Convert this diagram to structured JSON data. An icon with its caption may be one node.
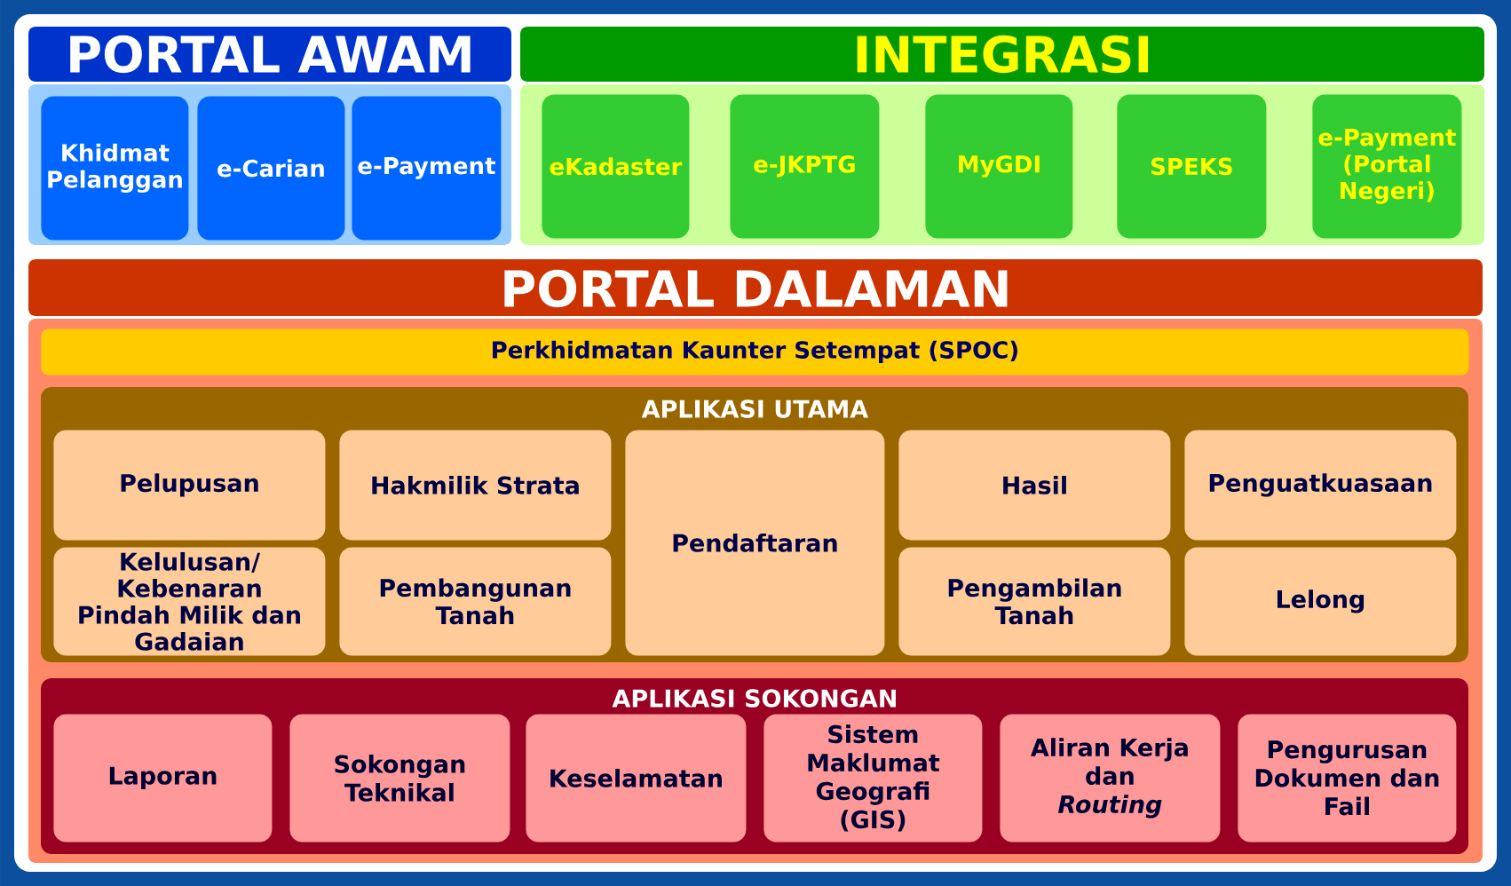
{
  "diagram": {
    "nodes": [
      {
        "text": [
          "PORTAL AWAM"
        ]
      },
      {
        "text": [
          "Khidmat Pelanggan"
        ],
        "in": 0
      },
      {
        "text": [
          "e-Carian"
        ],
        "in": 0
      },
      {
        "text": [
          "e-Payment"
        ],
        "in": 0
      },
      {
        "text": [
          "INTEGRASI"
        ]
      },
      {
        "text": [
          "eKadaster"
        ],
        "in": 4
      },
      {
        "text": [
          "e-JKPTG"
        ],
        "in": 4
      },
      {
        "text": [
          "MyGDI"
        ],
        "in": 4
      },
      {
        "text": [
          "SPEKS"
        ],
        "in": 4
      },
      {
        "text": [
          "e-Payment (Portal Negeri)"
        ],
        "in": 4
      },
      {
        "text": [
          "PORTAL DALAMAN"
        ]
      },
      {
        "text": [
          "Perkhidmatan Kaunter Setempat (SPOC)"
        ],
        "in": 10
      },
      {
        "text": [
          "APLIKASI UTAMA"
        ],
        "in": 10
      },
      {
        "text": [
          "Pelupusan"
        ],
        "in": 12
      },
      {
        "text": [
          "Hakmilik Strata"
        ],
        "in": 12
      },
      {
        "text": [
          "Pendaftaran"
        ],
        "in": 12
      },
      {
        "text": [
          "Hasil"
        ],
        "in": 12
      },
      {
        "text": [
          "Penguatkuasaan"
        ],
        "in": 12
      },
      {
        "text": [
          "Kelulusan/ Kebenaran Pindah Milik dan Gadaian"
        ],
        "in": 12
      },
      {
        "text": [
          "Pembangunan Tanah"
        ],
        "in": 12
      },
      {
        "text": [
          "Pengambilan Tanah"
        ],
        "in": 12
      },
      {
        "text": [
          "Lelong"
        ],
        "in": 12
      },
      {
        "text": [
          "APLIKASI SOKONGAN"
        ],
        "in": 10
      },
      {
        "text": [
          "Laporan"
        ],
        "in": 22
      },
      {
        "text": [
          "Sokongan Teknikal"
        ],
        "in": 22
      },
      {
        "text": [
          "Keselamatan"
        ],
        "in": 22
      },
      {
        "text": [
          "Sistem Maklumat Geografi (GIS)"
        ],
        "in": 22
      },
      {
        "text": [
          "Aliran Kerja dan *Routing*"
        ],
        "in": 22
      },
      {
        "text": [
          "Pengurusan Dokumen dan Fail"
        ],
        "in": 22
      }
    ]
  }
}
